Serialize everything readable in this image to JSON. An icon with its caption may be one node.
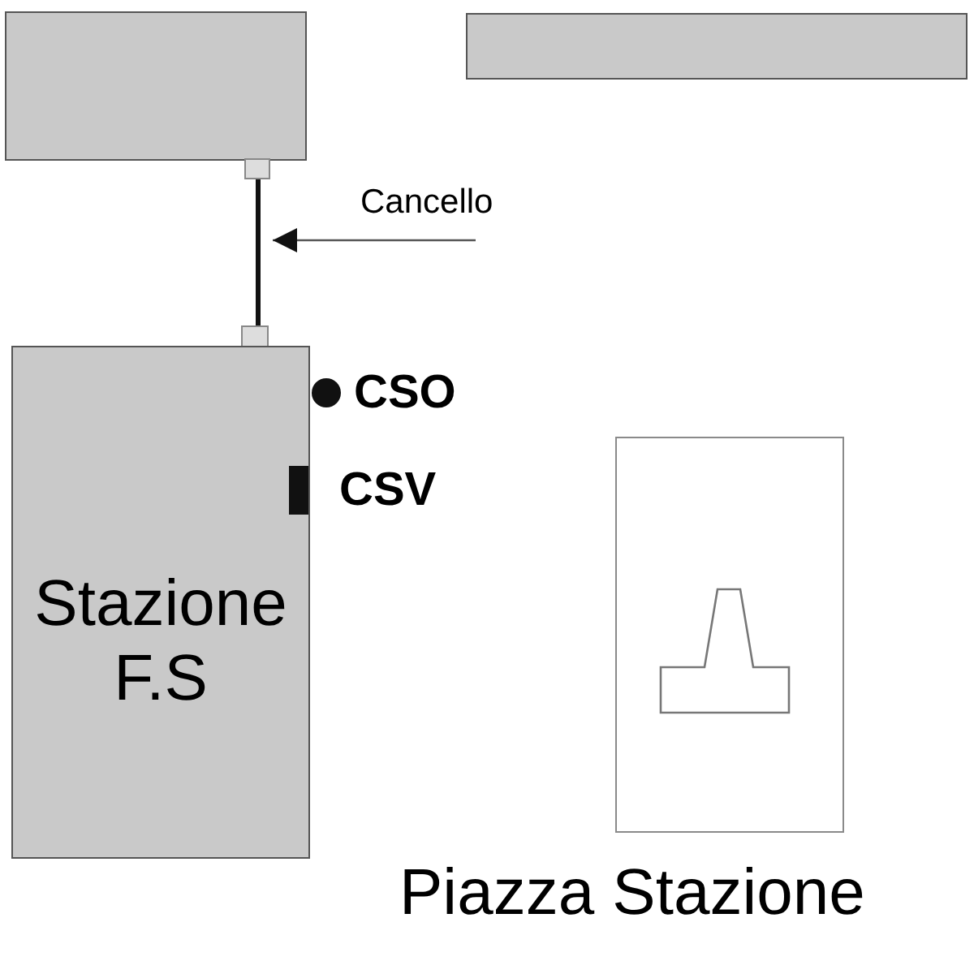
{
  "diagram": {
    "nodes": [
      {
        "text": [],
        "shape": "box"
      },
      {
        "text": [],
        "shape": "bar"
      },
      {
        "text": [],
        "shape": "gate"
      },
      {
        "text": [
          "Cancello"
        ]
      },
      {
        "text": [
          "Stazione F.S"
        ]
      },
      {
        "text": [
          "Piazza Stazione"
        ]
      },
      {
        "text": [],
        "shape": "pedestal",
        "in": 5
      }
    ],
    "edges": [
      {
        "from": 3,
        "to": 2,
        "arrow": "to"
      }
    ],
    "labels": [
      "CSO",
      "CSV"
    ]
  }
}
